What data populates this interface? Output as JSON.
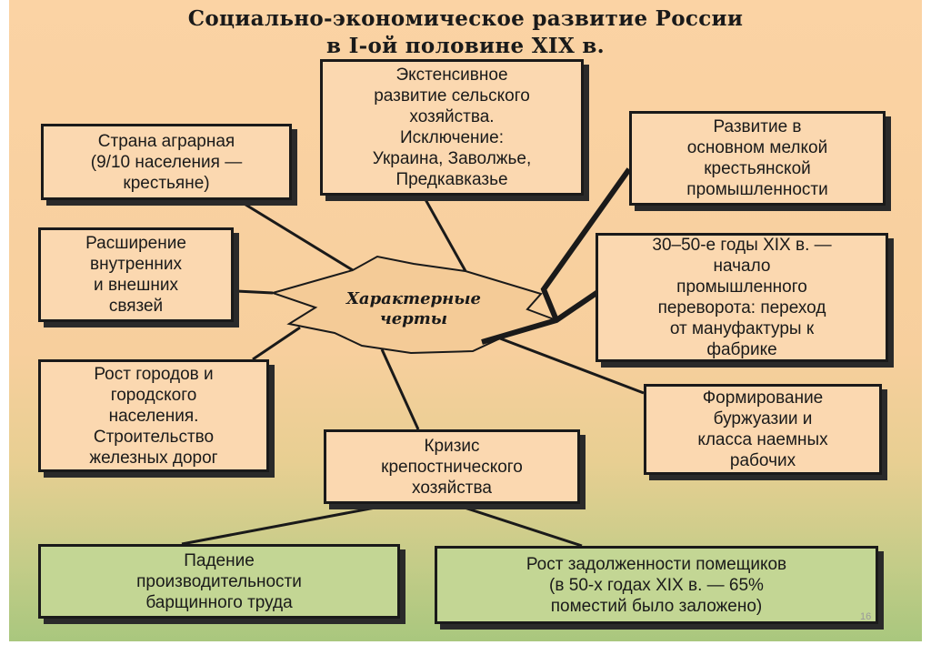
{
  "title": {
    "line1": "Социально-экономическое развитие России",
    "line2": "в I-ой половине XIX в."
  },
  "center": {
    "line1": "Характерные",
    "line2": "черты"
  },
  "boxes": {
    "agrarian": [
      "Страна аграрная",
      "(9/10 населения —",
      "крестьяне)"
    ],
    "extensive": [
      "Экстенсивное",
      "развитие сельского",
      "хозяйства.",
      "Исключение:",
      "Украина, Заволжье,",
      "Предкавказье"
    ],
    "small_industry": [
      "Развитие в",
      "основном мелкой",
      "крестьянской",
      "промышленности"
    ],
    "ties": [
      "Расширение",
      "внутренних",
      "и внешних",
      "связей"
    ],
    "revolution": [
      "30–50-е годы XIX в. —",
      "начало",
      "промышленного",
      "переворота: переход",
      "от мануфактуры к",
      "фабрике"
    ],
    "cities": [
      "Рост городов и",
      "городского",
      "населения.",
      "Строительство",
      "железных дорог"
    ],
    "bourgeoisie": [
      "Формирование",
      "буржуазии и",
      "класса наемных",
      "рабочих"
    ],
    "crisis": [
      "Кризис",
      "крепостнического",
      "хозяйства"
    ],
    "productivity": [
      "Падение",
      "производительности",
      "барщинного труда"
    ],
    "debt": [
      "Рост задолженности помещиков",
      "(в 50-х годах XIX в. — 65%",
      "поместий было заложено)"
    ]
  },
  "page_number": "16",
  "colors": {
    "background_top": "#fbd3a4",
    "background_bottom": "#a9c77e",
    "box_fill": "#fbd8b0",
    "box_fill_green": "#c3d694",
    "ink": "#1a1a1a"
  }
}
